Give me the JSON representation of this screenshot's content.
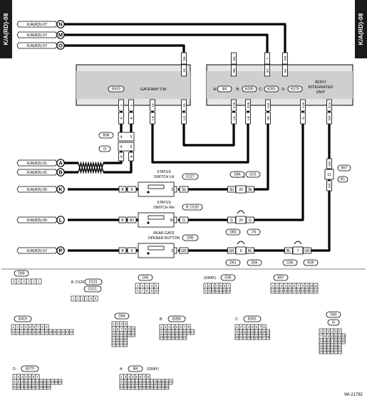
{
  "page_code_left": "K/A(RD)-08",
  "page_code_right": "K/A(RD)-08",
  "figure_id": "WI-21782",
  "left_refs": [
    {
      "text": "K/A(RD)-07",
      "letter": "N"
    },
    {
      "text": "K/A(RD)-07",
      "letter": "M"
    },
    {
      "text": "K/A(RD)-07",
      "letter": "O"
    },
    {
      "text": "K/A(RD)-01",
      "letter": "A"
    },
    {
      "text": "K/A(RD)-01",
      "letter": "B"
    },
    {
      "text": "K/A(RD)-05",
      "letter": "K"
    },
    {
      "text": "K/A(RD)-05",
      "letter": "L"
    },
    {
      "text": "K/A(RD)-07",
      "letter": "P"
    }
  ],
  "gateway": {
    "name": "GATEWAY CM",
    "id": "B419",
    "top_pins": [
      {
        "pin": "16",
        "color": "WL"
      }
    ],
    "bottom_pins": [
      {
        "pin": "4",
        "color": "R"
      },
      {
        "pin": "5",
        "color": "B"
      },
      {
        "pin": "19",
        "color": "LB"
      },
      {
        "pin": "15",
        "color": "LG"
      }
    ]
  },
  "biu": {
    "name_lines": [
      "BODY",
      "INTEGRATED",
      "UNIT"
    ],
    "conns": [
      "A:",
      "i84",
      "B:",
      "B280",
      "C:",
      "B281",
      "D:",
      "B279"
    ],
    "top_pins": [
      {
        "pin": "B6",
        "color": "WL"
      },
      {
        "pin": "B7",
        "color": "Y"
      },
      {
        "pin": "B1",
        "color": "GR"
      }
    ],
    "bottom_pins": [
      {
        "pin": "C16",
        "color": "LG"
      },
      {
        "pin": "D26",
        "color": "LB"
      },
      {
        "pin": "A31",
        "color": "Sb"
      },
      {
        "pin": "A18",
        "color": "G"
      },
      {
        "pin": "C24",
        "color": "GR"
      }
    ]
  },
  "b38": {
    "id": "B38",
    "i3": "i3",
    "pins": [
      "4",
      "5"
    ],
    "lower_pins": [
      "4",
      "5"
    ],
    "colors": [
      "R",
      "B"
    ]
  },
  "switches": [
    {
      "label": [
        "STATUS",
        "SWITCH LH"
      ],
      "id": "D127",
      "left_pin": "B",
      "left_num": "8",
      "right_num": "5",
      "right_color": "Sb"
    },
    {
      "label": [
        "STATUS",
        "SWITCH RH"
      ],
      "id": "B: D120",
      "left_pin": "B",
      "left_num": "B3",
      "right_num": "B2",
      "right_color": "G"
    },
    {
      "label": [
        "REAR GATE",
        "OPENER BUTTON"
      ],
      "id": "D95",
      "left_pin": "B",
      "left_num": "6",
      "right_num": "5",
      "right_color": "GR"
    }
  ],
  "joints": [
    {
      "top": "D84",
      "top2": "i101",
      "left_color": "Sb",
      "pin": "20",
      "right_color": "Sb"
    },
    {
      "bottom": "D83",
      "bottom2": "i76",
      "left_color": "G",
      "pin": "20",
      "right_color": "G"
    },
    {
      "bottom": "D61",
      "bottom2": "D65",
      "left_color": "GR",
      "pin": "9",
      "right_color": "BL"
    },
    {
      "bottom": "D35",
      "bottom2": "R39",
      "left_color": "BL",
      "pin": "7",
      "right_color": "GR"
    }
  ],
  "b97": {
    "id": "B97",
    "r1": "R1",
    "pin": "11",
    "color_top": "GR",
    "color_bottom": "GR"
  },
  "connector_views": [
    {
      "id": "D69",
      "label": "",
      "rows": [
        [
          "6",
          "5",
          "4",
          "3",
          "2",
          "1"
        ]
      ]
    },
    {
      "id": "D121",
      "label": "B: D120",
      "rows": [
        [
          "1",
          "2",
          "3",
          "4",
          "5",
          "6"
        ]
      ]
    },
    {
      "id": "D95",
      "label": "",
      "rows": [
        [
          "1",
          "2",
          "3",
          "4",
          "5"
        ],
        [
          "6",
          "7",
          "8",
          "9",
          "10"
        ]
      ]
    },
    {
      "id": "D35",
      "label": "(GRAY)",
      "rows": [
        [
          "1",
          "2",
          "3",
          "4",
          "5",
          "6",
          "7"
        ],
        [
          "8",
          "9",
          "10",
          "11",
          "12",
          "13",
          "14"
        ]
      ]
    },
    {
      "id": "B97",
      "label": "",
      "rows": [
        [
          "1",
          "2",
          "3",
          "4",
          "5",
          "6",
          "7",
          "8",
          "9",
          "10",
          "11"
        ],
        [
          "12",
          "13",
          "14",
          "15",
          "16",
          "17",
          "18",
          "19",
          "20",
          "21",
          "22"
        ]
      ]
    },
    {
      "id": "B419",
      "label": "",
      "rows": [
        [
          "1",
          "2",
          "3",
          "4",
          "5",
          "6",
          "7",
          "8",
          "9"
        ],
        [
          "10",
          "11",
          "12",
          "13",
          "14",
          "15",
          "16",
          "17",
          "18",
          "19",
          "20",
          "21",
          "22",
          "23",
          "24"
        ]
      ]
    },
    {
      "id": "D84",
      "label": "",
      "rows": [
        [
          "1",
          "2",
          "3",
          "4"
        ],
        [
          "5",
          "6",
          "7",
          "8",
          "9",
          "10"
        ],
        [
          "11",
          "12",
          "13",
          "14",
          "15",
          "16"
        ],
        [
          "17",
          "18",
          "19",
          "20"
        ],
        [
          "21",
          "22",
          "23",
          "24"
        ]
      ]
    },
    {
      "id": "B280",
      "label": "B:",
      "rows": [
        [
          "1",
          "2",
          "3",
          "4",
          "5",
          "6",
          "7",
          "8"
        ],
        [
          "9",
          "10",
          "11",
          "12",
          "13",
          "14",
          "15",
          "16",
          "17"
        ],
        [
          "18",
          "19",
          "20",
          "21",
          "22",
          "23",
          "24"
        ]
      ]
    },
    {
      "id": "B281",
      "label": "C:",
      "rows": [
        [
          "1",
          "2",
          "3",
          "4",
          "5",
          "6",
          "7",
          "8"
        ],
        [
          "9",
          "10",
          "11",
          "12",
          "13",
          "14",
          "15",
          "16",
          "17"
        ],
        [
          "20",
          "21",
          "22",
          "23",
          "24",
          "25",
          "26",
          "27",
          "28"
        ]
      ]
    },
    {
      "id": "i3",
      "label": "",
      "top_id": "D83",
      "rows": [
        [
          "1",
          "2",
          "3",
          "4",
          "5",
          "6"
        ],
        [
          "7",
          "8",
          "9",
          "10",
          "11",
          "12",
          "13"
        ],
        [
          "14",
          "15",
          "16",
          "17",
          "18",
          "19",
          "20"
        ],
        [
          "21",
          "22",
          "23",
          "24",
          "25",
          "26"
        ],
        [
          "23",
          "24",
          "25",
          "26",
          "27",
          "28"
        ]
      ]
    },
    {
      "id": "B279",
      "label": "D:",
      "rows": [
        [
          "1",
          "2",
          "3",
          "4",
          "5",
          "6",
          "7"
        ],
        [
          "8",
          "9",
          "10",
          "11",
          "12",
          "13",
          "14",
          "15",
          "16",
          "17",
          "18",
          "19",
          "20"
        ],
        [
          "21",
          "22",
          "23",
          "24",
          "25",
          "26",
          "27",
          "28",
          "29",
          "30"
        ]
      ]
    },
    {
      "id": "i84",
      "label": "A:",
      "suffix": "(GRAY)",
      "rows": [
        [
          "1",
          "2",
          "3",
          "4",
          "5",
          "6",
          "7",
          "8"
        ],
        [
          "9",
          "10",
          "11",
          "12",
          "13",
          "14",
          "15",
          "16",
          "17",
          "18",
          "19",
          "20",
          "21",
          "22"
        ],
        [
          "23",
          "24",
          "25",
          "26",
          "27",
          "28",
          "29",
          "30",
          "31",
          "32",
          "33",
          "34",
          "35"
        ]
      ]
    }
  ]
}
